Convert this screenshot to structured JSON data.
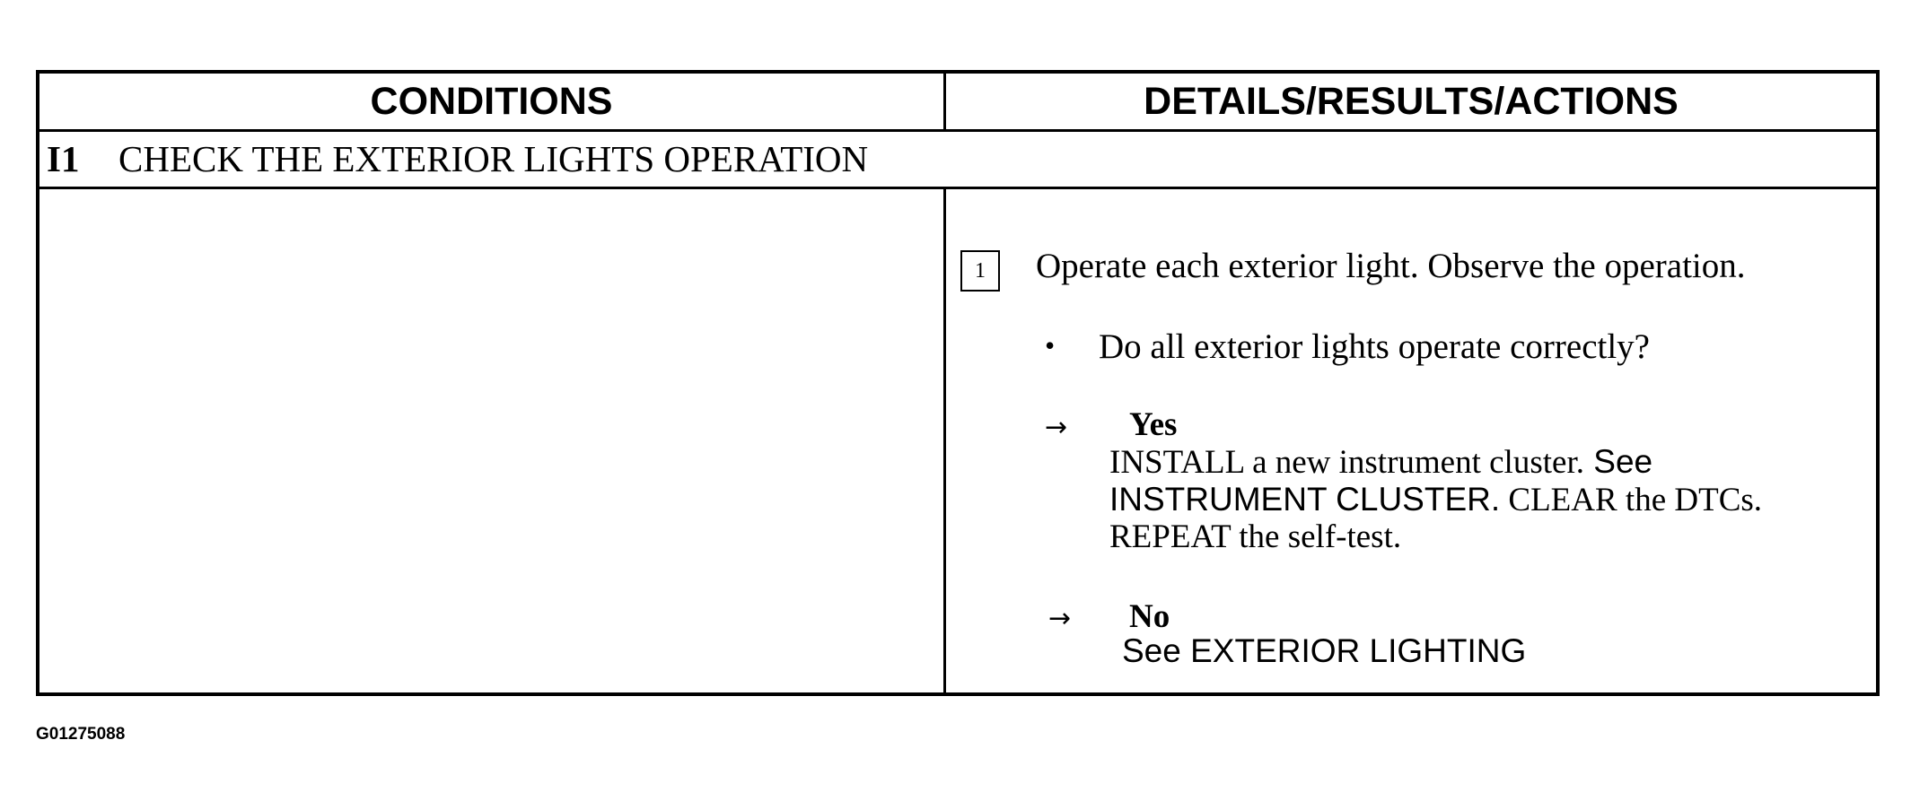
{
  "table": {
    "header": {
      "conditions": "CONDITIONS",
      "details": "DETAILS/RESULTS/ACTIONS"
    },
    "section": {
      "number": "I1",
      "title": "CHECK THE EXTERIOR LIGHTS OPERATION"
    },
    "step": {
      "number": "1",
      "instruction": "Operate each exterior light. Observe the operation.",
      "question": "Do all exterior lights operate correctly?",
      "yes": {
        "label": "Yes",
        "line1_a": "INSTALL",
        "line1_b": " a new instrument cluster.",
        "line1_c": "  See",
        "line2_a": "INSTRUMENT CLUSTER",
        "line2_b": ".",
        "line2_c": "  CLEAR",
        "line2_d": " the DTCs.",
        "line3_a": "REPEAT",
        "line3_b": " the self-test."
      },
      "no": {
        "label": "No",
        "line1": "See EXTERIOR LIGHTING"
      }
    }
  },
  "footer": {
    "code": "G01275088"
  },
  "icons": {
    "arrow": "→",
    "bullet": "•"
  }
}
